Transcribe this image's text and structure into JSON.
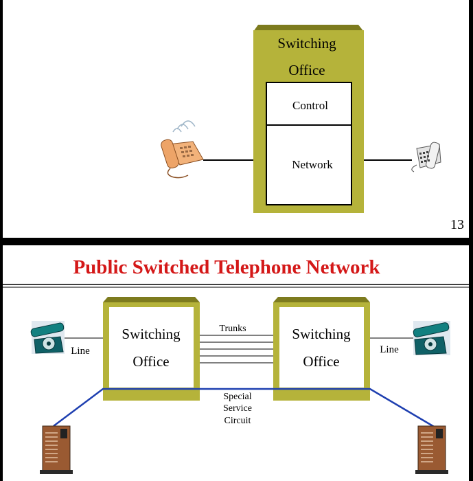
{
  "slide1": {
    "office_title_line1": "Switching",
    "office_title_line2": "Office",
    "control_label": "Control",
    "network_label": "Network",
    "page_number": "13"
  },
  "slide2": {
    "title": "Public Switched Telephone Network",
    "left_office_line1": "Switching",
    "left_office_line2": "Office",
    "right_office_line1": "Switching",
    "right_office_line2": "Office",
    "trunks_label": "Trunks",
    "line_left_label": "Line",
    "line_right_label": "Line",
    "special_line1": "Special",
    "special_line2": "Service",
    "special_line3": "Circuit"
  },
  "colors": {
    "office_olive": "#b5b33a",
    "office_olive_dark": "#7d7b1e",
    "title_red": "#d41818",
    "circuit_blue": "#1e3fb0"
  },
  "icons": [
    "beige-desk-phone-icon",
    "white-desk-phone-icon",
    "rotary-phone-icon",
    "server-tower-icon"
  ]
}
